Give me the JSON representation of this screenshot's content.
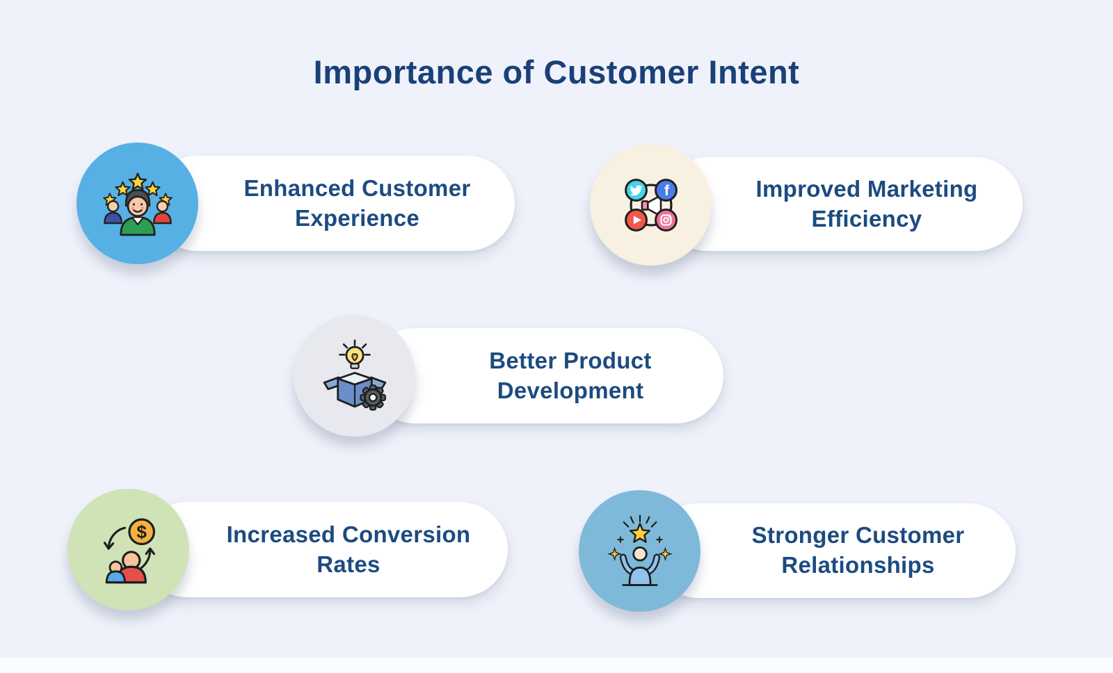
{
  "page": {
    "title": "Importance of Customer Intent",
    "background_color": "#EFF2FA",
    "title_color": "#1A4079",
    "label_color": "#1C4B80",
    "pill_color": "#FFFFFF"
  },
  "items": [
    {
      "label": "Enhanced Customer Experience",
      "icon": "customer-stars-icon",
      "circle_color": "#57B0E4"
    },
    {
      "label": "Improved Marketing Efficiency",
      "icon": "social-media-megaphone-icon",
      "circle_color": "#F8F0E1"
    },
    {
      "label": "Better Product Development",
      "icon": "idea-box-gear-icon",
      "circle_color": "#E8E9EF"
    },
    {
      "label": "Increased Conversion Rates",
      "icon": "people-dollar-cycle-icon",
      "circle_color": "#CFE3B7"
    },
    {
      "label": "Stronger Customer Relationships",
      "icon": "person-celebration-star-icon",
      "circle_color": "#7FB9D9"
    }
  ]
}
